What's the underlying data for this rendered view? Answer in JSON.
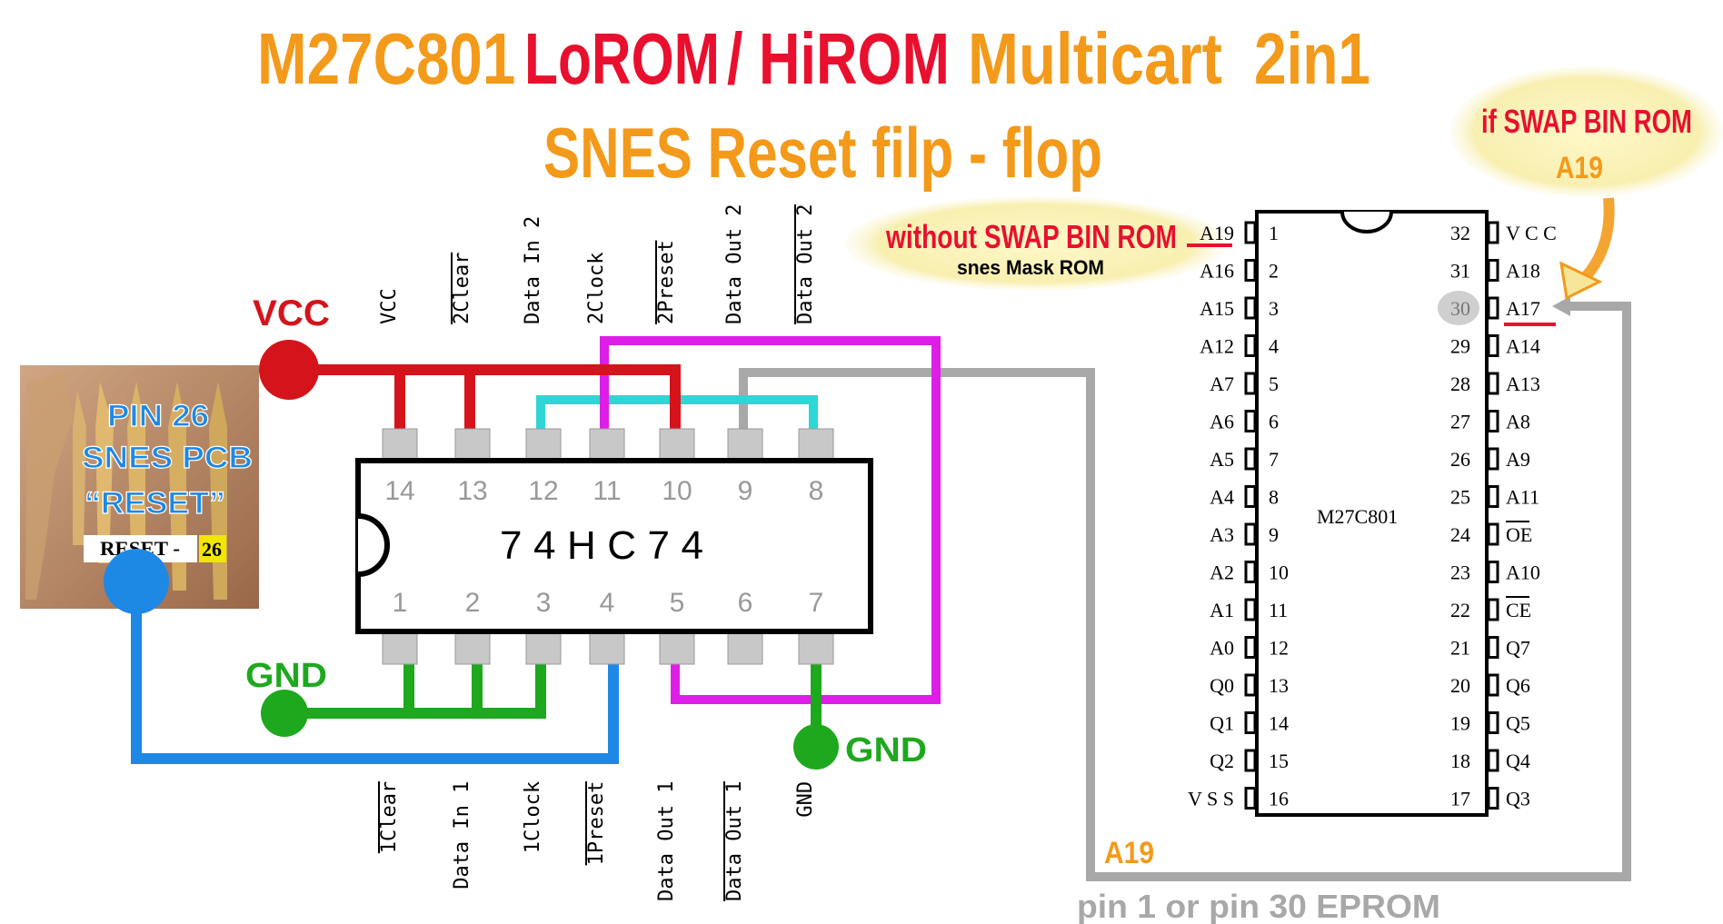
{
  "title": {
    "part1": "M27C801",
    "part2": "LoROM",
    "part3": "/ HiROM",
    "part4": "Multicart",
    "part5": "2in1",
    "line2": "SNES Reset  filp - flop"
  },
  "colors": {
    "orange": "#f39a1a",
    "red": "#e8102e",
    "vcc_red": "#d4141a",
    "gnd_green": "#1ea81e",
    "reset_blue": "#1e88e5",
    "magenta": "#de1ee6",
    "cyan": "#2ed6d6",
    "gray": "#a8a8a8"
  },
  "hc74": {
    "label": "74HC74",
    "top_pin_numbers": [
      "14",
      "13",
      "12",
      "11",
      "10",
      "9",
      "8"
    ],
    "bottom_pin_numbers": [
      "1",
      "2",
      "3",
      "4",
      "5",
      "6",
      "7"
    ],
    "top_pin_names": [
      "VCC",
      "2Clear",
      "Data In 2",
      "2Clock",
      "2Preset",
      "Data Out 2",
      "Data Out 2"
    ],
    "bottom_pin_names": [
      "1Clear",
      "Data In 1",
      "1Clock",
      "1Preset",
      "Data Out 1",
      "Data Out 1",
      "GND"
    ]
  },
  "labels": {
    "vcc": "VCC",
    "gnd_left": "GND",
    "gnd_right": "GND",
    "pin26_line1": "PIN 26",
    "pin26_line2": "SNES PCB",
    "pin26_line3": "“RESET”",
    "reset_tag": "RESET -",
    "reset_num": "26",
    "a19_bottom": "A19",
    "pin_note": "pin 1 or pin 30 EPROM"
  },
  "bubbles": {
    "without_line1": "without SWAP BIN ROM",
    "without_line2": "snes Mask ROM",
    "if_swap_line1": "if SWAP BIN ROM",
    "if_swap_line2": "A19"
  },
  "eprom": {
    "label": "M27C801",
    "left_names": [
      "A19",
      "A16",
      "A15",
      "A12",
      "A7",
      "A6",
      "A5",
      "A4",
      "A3",
      "A2",
      "A1",
      "A0",
      "Q0",
      "Q1",
      "Q2",
      "V S S"
    ],
    "left_nums": [
      "1",
      "2",
      "3",
      "4",
      "5",
      "6",
      "7",
      "8",
      "9",
      "10",
      "11",
      "12",
      "13",
      "14",
      "15",
      "16"
    ],
    "right_nums": [
      "32",
      "31",
      "30",
      "29",
      "28",
      "27",
      "26",
      "25",
      "24",
      "23",
      "22",
      "21",
      "20",
      "19",
      "18",
      "17"
    ],
    "right_names": [
      "V C C",
      "A18",
      "A17",
      "A14",
      "A13",
      "A8",
      "A9",
      "A11",
      "OE",
      "A10",
      "CE",
      "Q7",
      "Q6",
      "Q5",
      "Q4",
      "Q3"
    ]
  }
}
